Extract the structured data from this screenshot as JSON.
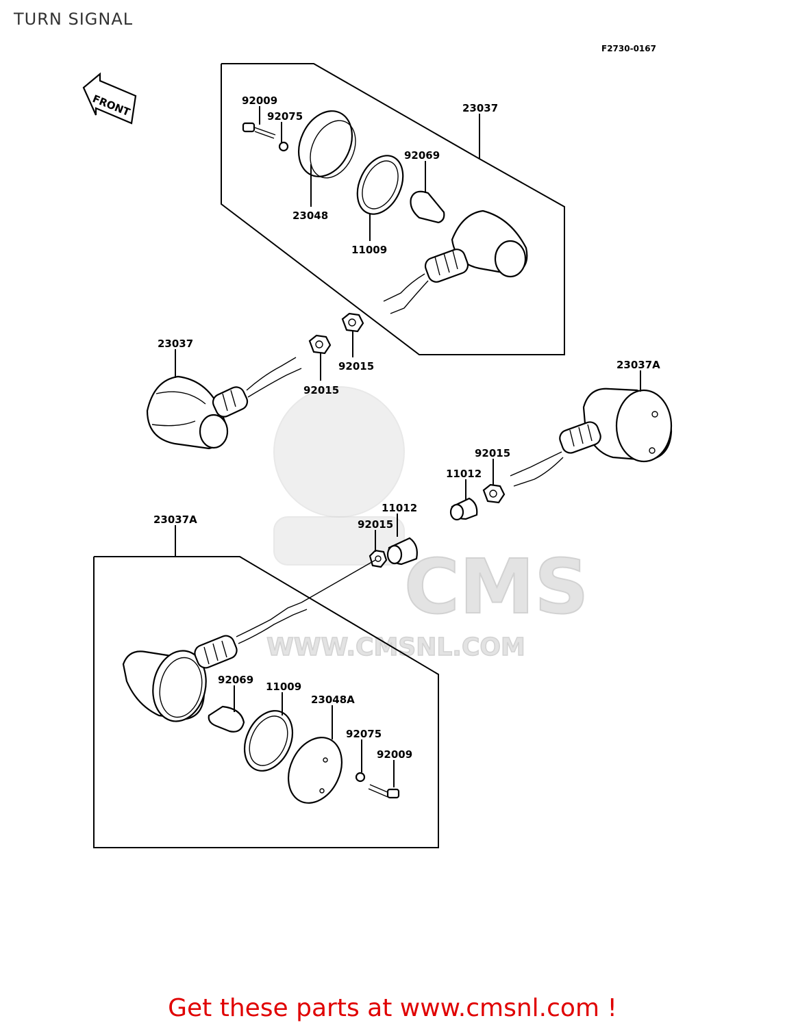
{
  "title": "TURN SIGNAL",
  "diagram_code": "F2730-0167",
  "front_arrow_label": "FRONT",
  "watermark": {
    "brand": "CMS",
    "url": "WWW.CMSNL.COM"
  },
  "labels": {
    "upper_assembly": "23037",
    "upper_screw": "92009",
    "upper_washer": "92075",
    "upper_lens": "23048",
    "upper_bulb": "92069",
    "upper_gasket": "11009",
    "upper_nut": "92015",
    "left_assembly": "23037",
    "left_nut": "92015",
    "right_assembly": "23037A",
    "right_nut": "92015",
    "right_cap": "11012",
    "center_cap": "11012",
    "center_nut": "92015",
    "lower_assembly": "23037A",
    "lower_bulb": "92069",
    "lower_gasket": "11009",
    "lower_lens": "23048A",
    "lower_washer": "92075",
    "lower_screw": "92009"
  },
  "call_to_action": "Get these parts at www.cmsnl.com !",
  "colors": {
    "cta": "#e00000",
    "title": "#333333",
    "watermark": "#e6e6e6"
  }
}
